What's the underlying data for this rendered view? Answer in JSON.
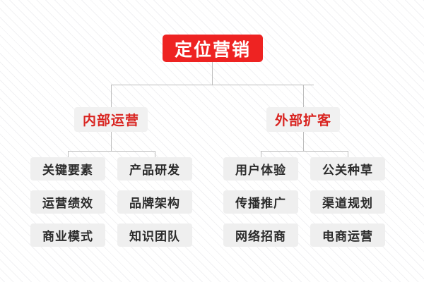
{
  "diagram": {
    "type": "org-tree",
    "title": "定位营销",
    "root": {
      "label": "定位营销",
      "color": "#ee2322",
      "text_color": "#ffffff"
    },
    "branches": [
      {
        "label": "内部运营",
        "color": "#f1f1f1",
        "text_color": "#d92420",
        "columns": [
          {
            "items": [
              "关键要素",
              "运营绩效",
              "商业模式"
            ]
          },
          {
            "items": [
              "产品研发",
              "品牌架构",
              "知识团队"
            ]
          }
        ]
      },
      {
        "label": "外部扩客",
        "color": "#f1f1f1",
        "text_color": "#d92420",
        "columns": [
          {
            "items": [
              "用户体验",
              "传播推广",
              "网络招商"
            ]
          },
          {
            "items": [
              "公关种草",
              "渠道规划",
              "电商运营"
            ]
          }
        ]
      }
    ],
    "leaf_style": {
      "color": "#efefef",
      "text_color": "#2b2b2b"
    },
    "connector_color": "#bdbdbd"
  }
}
